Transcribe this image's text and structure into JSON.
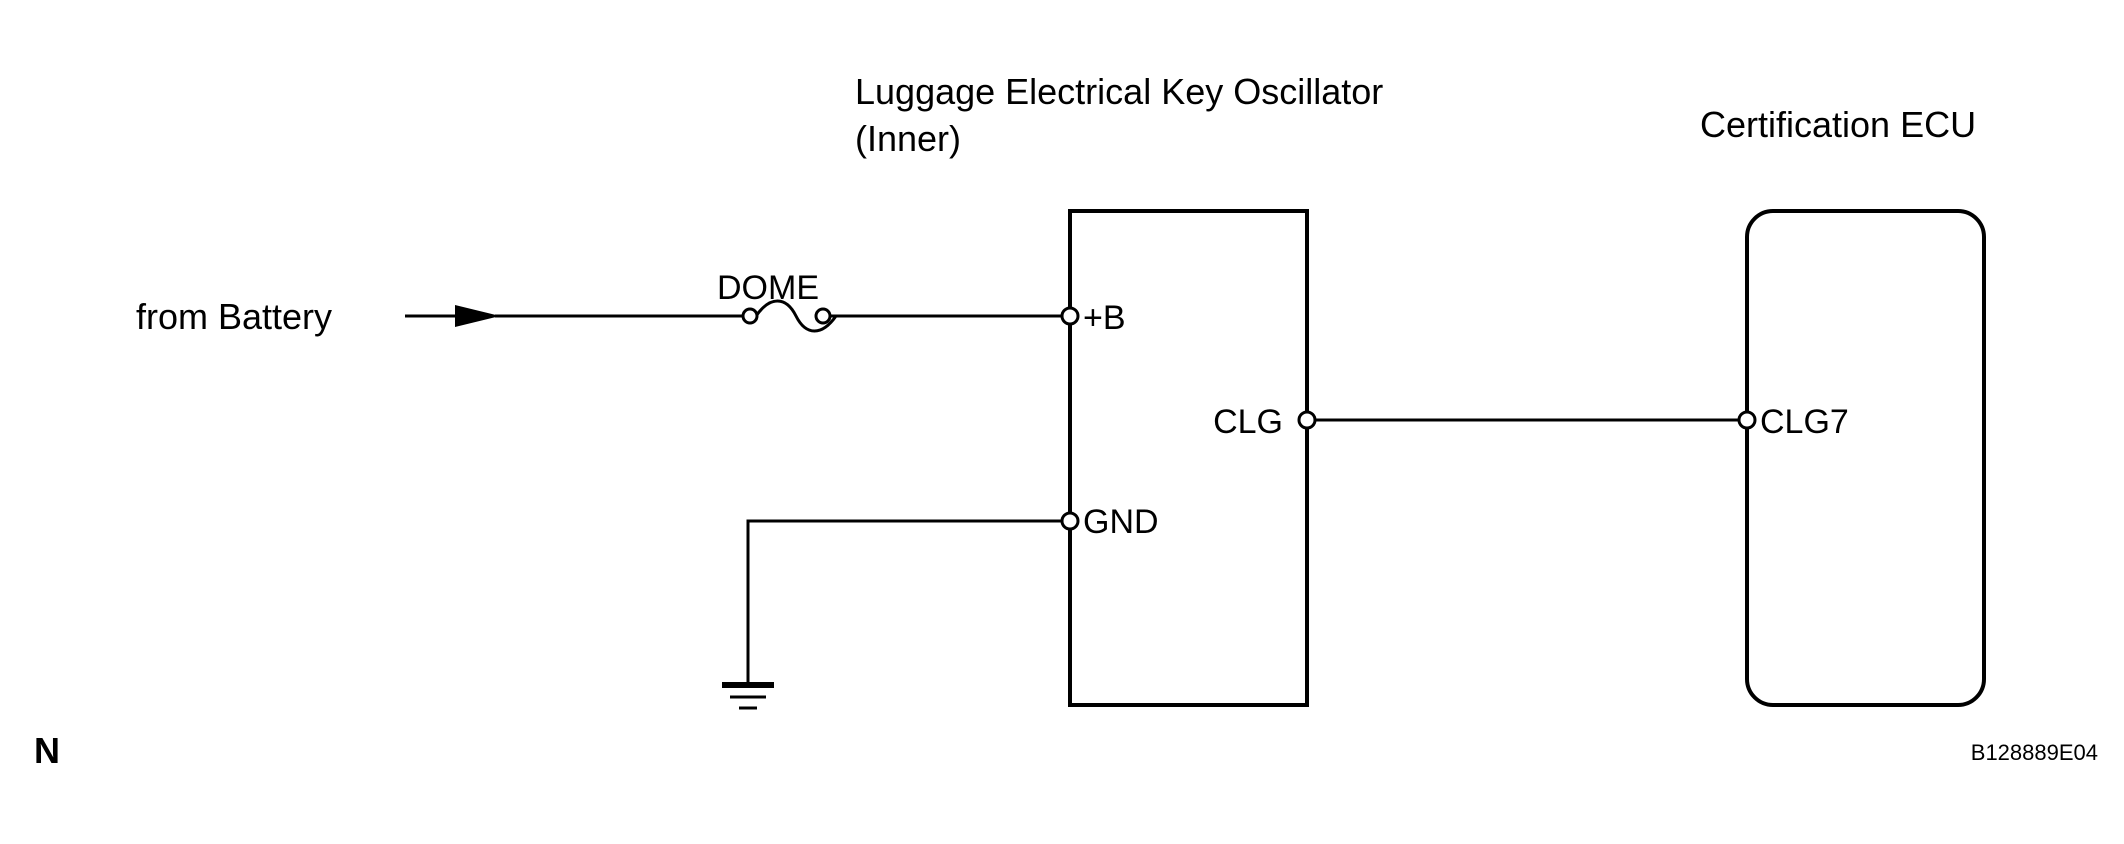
{
  "components": {
    "oscillator": {
      "title_line1": "Luggage Electrical Key Oscillator",
      "title_line2": "(Inner)",
      "pins": {
        "b": "+B",
        "gnd": "GND",
        "clg": "CLG"
      }
    },
    "ecu": {
      "title": "Certification ECU",
      "pins": {
        "clg7": "CLG7"
      }
    },
    "fuse": {
      "label": "DOME"
    },
    "source": {
      "label": "from Battery"
    }
  },
  "footer": {
    "region_code": "N",
    "figure_id": "B128889E04"
  }
}
